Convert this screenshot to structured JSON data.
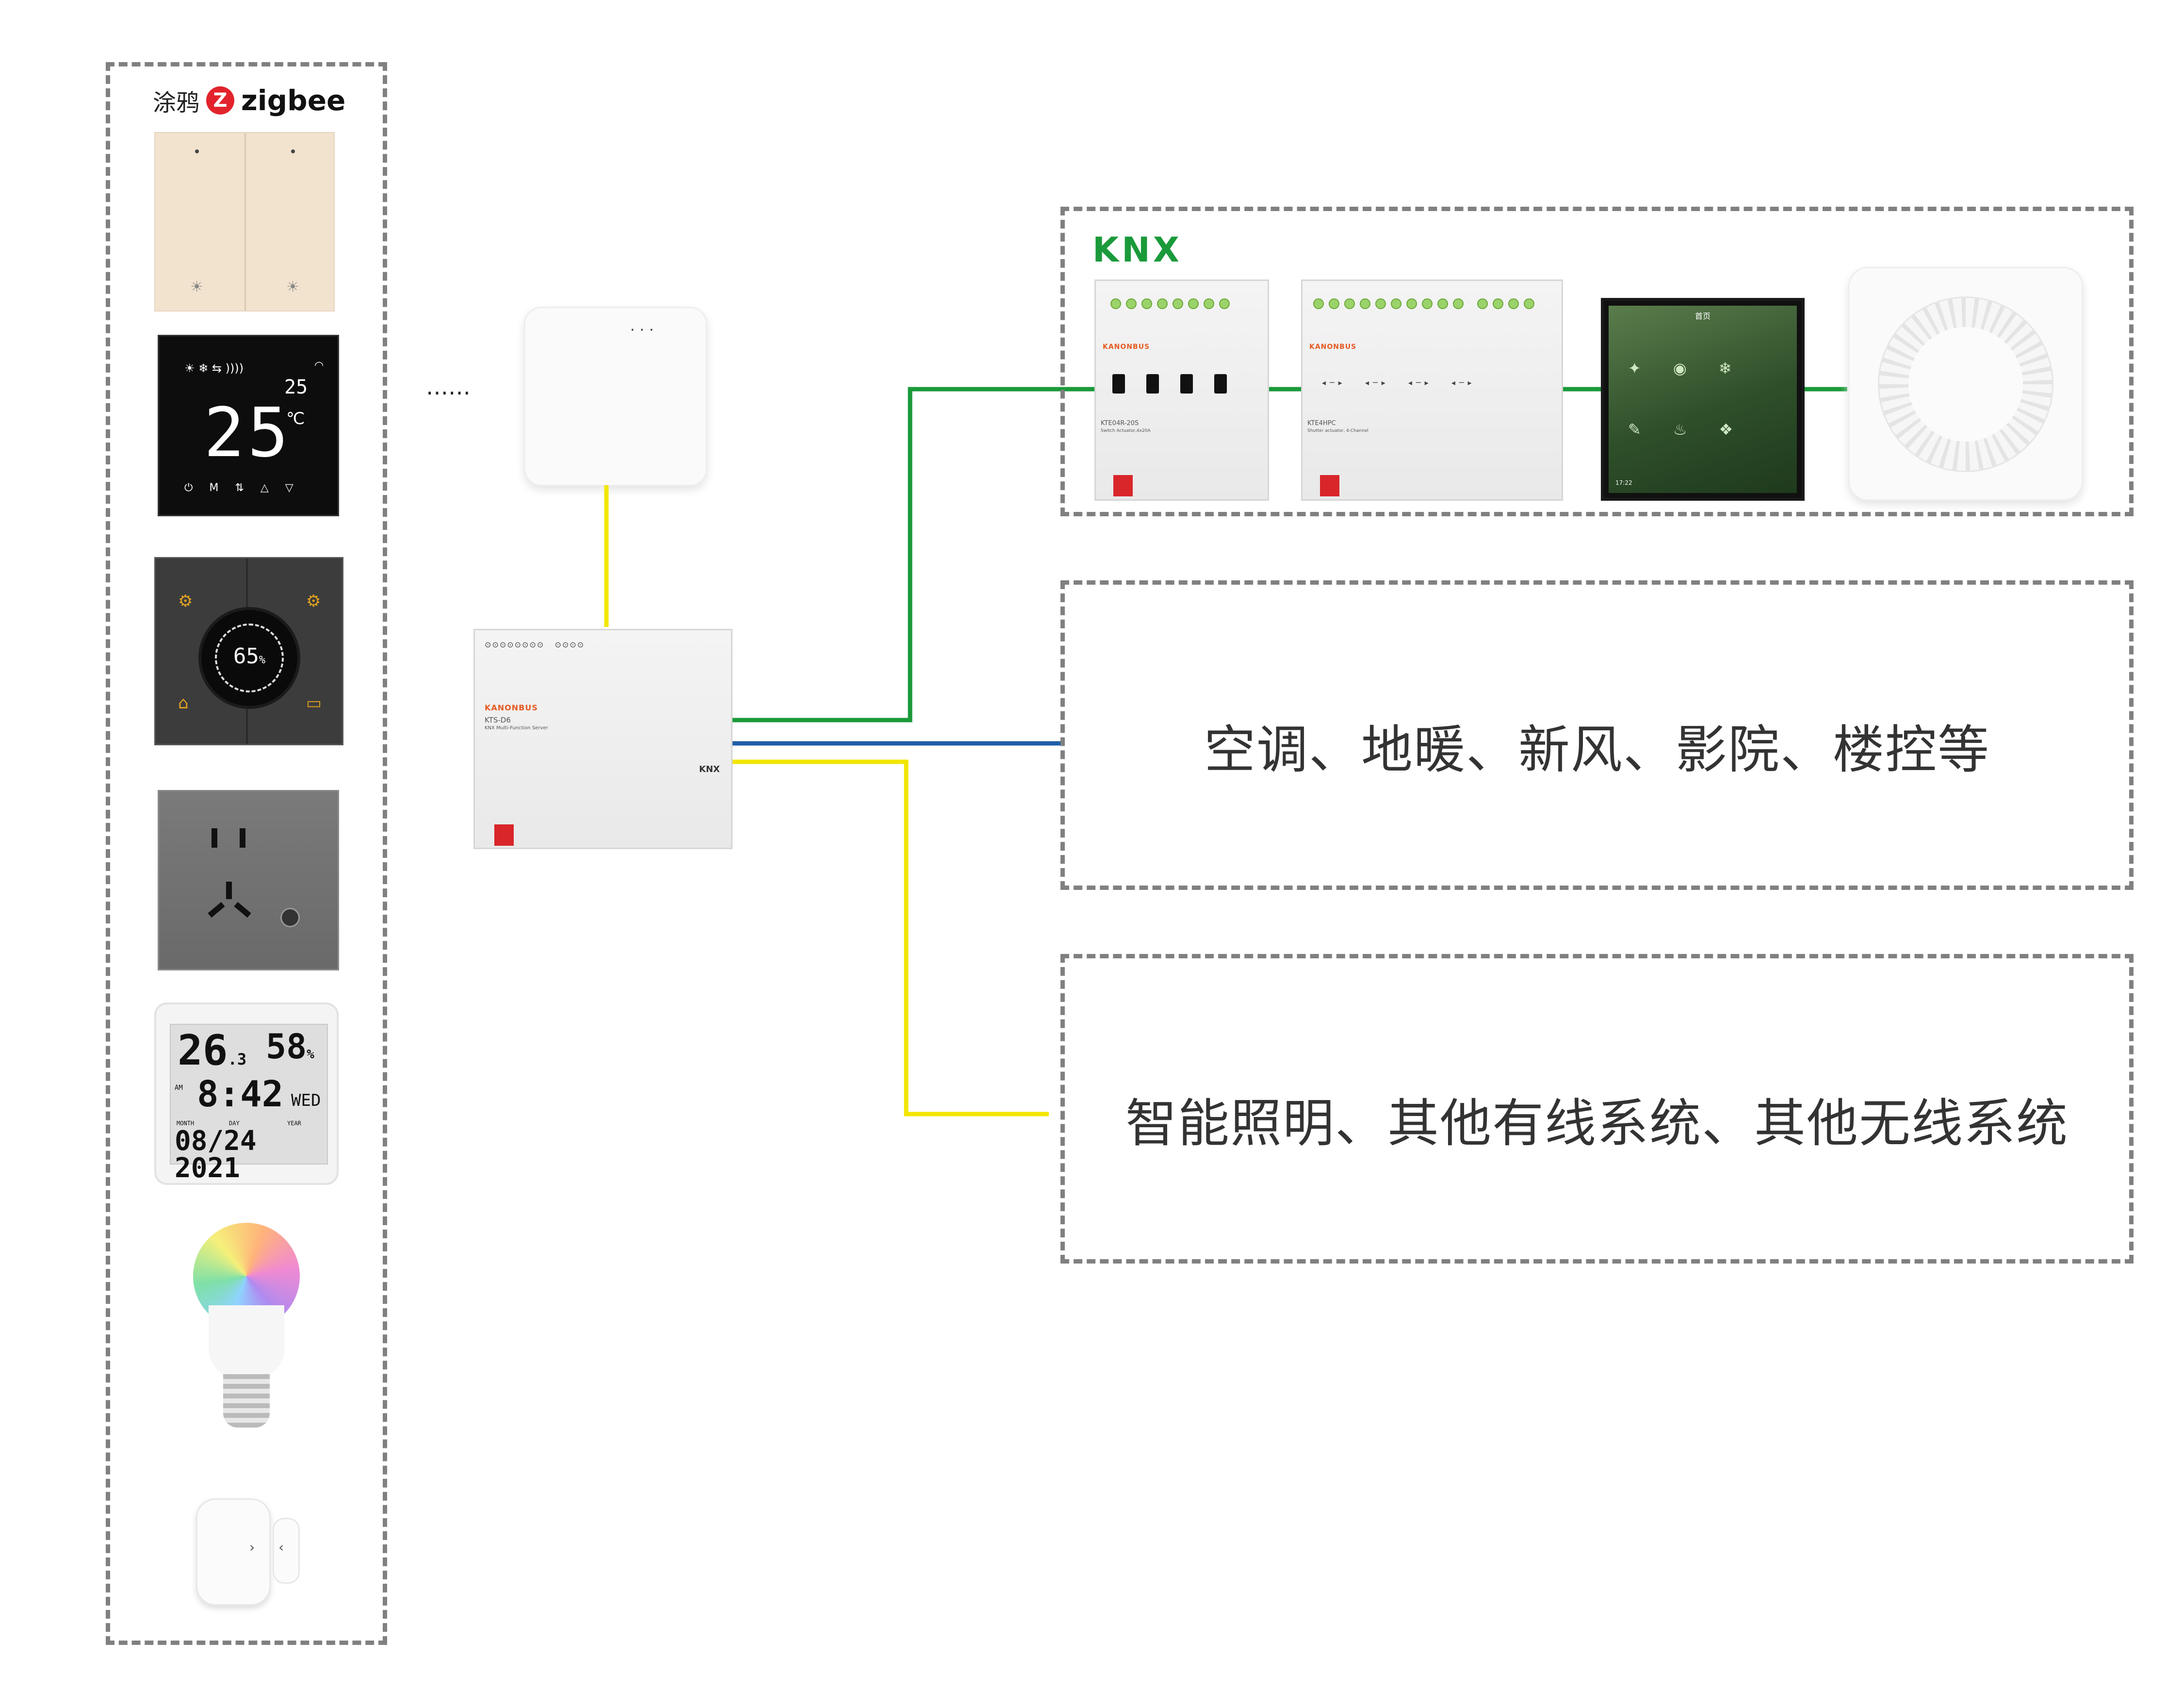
{
  "left_panel": {
    "brand_text": "涂鸦",
    "brand_logo": "zigbee",
    "thermostat": {
      "temp_big": "25",
      "temp_small": "25",
      "unit": "℃"
    },
    "knob_panel": {
      "value": "65",
      "unit": "%"
    },
    "hygrometer": {
      "temp": "26",
      "temp_decimal": ".3",
      "humidity": "58",
      "humidity_unit": "%",
      "am": "AM",
      "time": "8:42",
      "weekday": "WED",
      "month_label": "MONTH",
      "day_label": "DAY",
      "year_label": "YEAR",
      "date": "08/24 2021"
    }
  },
  "ellipsis": "……",
  "knx": {
    "logo": "KNX",
    "actuator1": {
      "brand": "KANONBUS",
      "model": "KTE04R-20S",
      "desc": "Switch Actuator,4x20A"
    },
    "actuator2": {
      "brand": "KANONBUS",
      "model": "KTE4HPC",
      "desc": "Shutter actuator, 4-Channel"
    },
    "touch_panel": {
      "title": "首页",
      "time": "17:22"
    }
  },
  "server": {
    "brand": "KANONBUS",
    "model": "KTS-D6",
    "desc": "KNX Multi-Function Server",
    "logo": "KNX"
  },
  "box2_text": "空调、地暖、新风、影院、楼控等",
  "box3_text": "智能照明、其他有线系统、其他无线系统",
  "colors": {
    "green_wire": "#1a9a3a",
    "blue_wire": "#1f5fa8",
    "yellow_wire": "#f2e600",
    "dash": "#808080"
  }
}
